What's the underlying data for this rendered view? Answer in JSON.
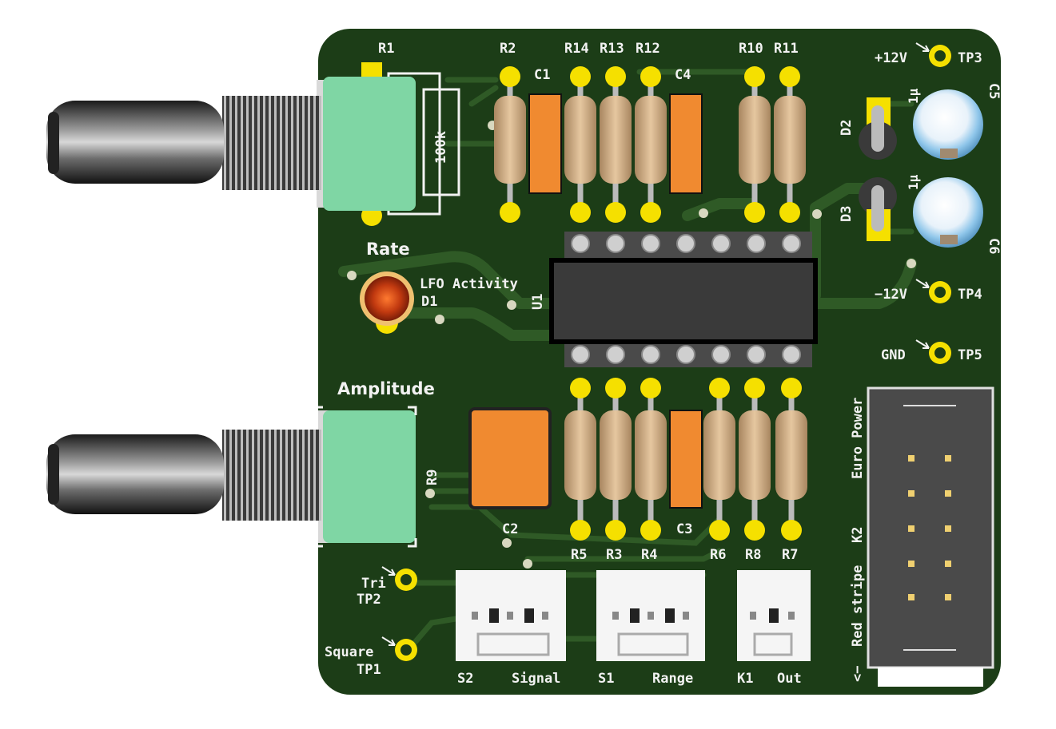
{
  "colors": {
    "board": "#1c3d17",
    "trace": "#2f5a26",
    "silk": "#f2f2f2",
    "pad": "#f5e000",
    "resistor": "#d9b48c",
    "capacitor": "#f08a30",
    "pot_body": "#7fd6a4",
    "electrolytic": "#9fd0ef"
  },
  "pots": {
    "rate": {
      "label": "Rate",
      "ref": "R1",
      "value": "100k"
    },
    "amplitude": {
      "label": "Amplitude",
      "ref": "R9"
    }
  },
  "led": {
    "label": "LFO Activity",
    "ref": "D1"
  },
  "ic": {
    "ref": "U1"
  },
  "top_labels": {
    "c1": "C1",
    "c4": "C4",
    "r1": "R1",
    "r2": "R2",
    "r14": "R14",
    "r13": "R13",
    "r12": "R12",
    "r10": "R10",
    "r11": "R11"
  },
  "bottom_labels": {
    "c2": "C2",
    "c3": "C3",
    "r5": "R5",
    "r3": "R3",
    "r4": "R4",
    "r6": "R6",
    "r8": "R8",
    "r7": "R7"
  },
  "power": {
    "tp3": "TP3",
    "tp3_label": "+12V",
    "tp4": "TP4",
    "tp4_label": "−12V",
    "tp5": "TP5",
    "tp5_label": "GND",
    "d2": "D2",
    "d3": "D3",
    "c5": "C5",
    "c6": "C6",
    "c5_value": "1µ",
    "c6_value": "1µ"
  },
  "header": {
    "ref": "K2",
    "title": "Euro Power",
    "stripe": "Red stripe",
    "arrow": "<−"
  },
  "testpoints": {
    "tp2_name": "Tri",
    "tp2": "TP2",
    "tp1_name": "Square",
    "tp1": "TP1"
  },
  "connectors": [
    {
      "ref": "S2",
      "name": "Signal"
    },
    {
      "ref": "S1",
      "name": "Range"
    },
    {
      "ref": "K1",
      "name": "Out"
    }
  ]
}
